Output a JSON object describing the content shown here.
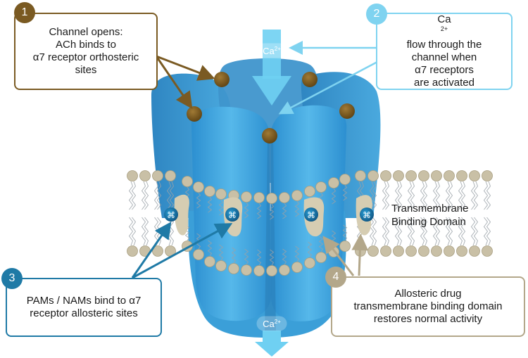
{
  "callouts": [
    {
      "number": "1",
      "lines": [
        "Channel opens:",
        "ACh binds to",
        "α7 receptor orthosteric",
        "sites"
      ]
    },
    {
      "number": "2",
      "line1_prefix": "Ca",
      "line1_sup": "2+",
      "line1_suffix": " flow through the",
      "lines": [
        "channel when",
        "α7 receptors",
        "are activated"
      ]
    },
    {
      "number": "3",
      "lines": [
        "PAMs / NAMs bind to α7",
        "receptor allosteric sites"
      ]
    },
    {
      "number": "4",
      "lines": [
        "Allosteric drug",
        "transmembrane binding domain",
        "restores normal activity"
      ]
    }
  ],
  "ion_labels": {
    "base": "Ca",
    "sup": "2+"
  },
  "tm_label": [
    "Transmembrane",
    "Binding Domain"
  ],
  "colors": {
    "callout1": "#7a5a22",
    "callout2": "#7fd3f0",
    "callout3": "#1f7aa6",
    "callout4": "#b3a78a",
    "receptor": "#3aa3dc",
    "receptor_dark": "#2b85bd",
    "ligand": "#7b5a1c",
    "lipid_head": "#c9c0a6",
    "arrow": "#6fd0f2"
  }
}
